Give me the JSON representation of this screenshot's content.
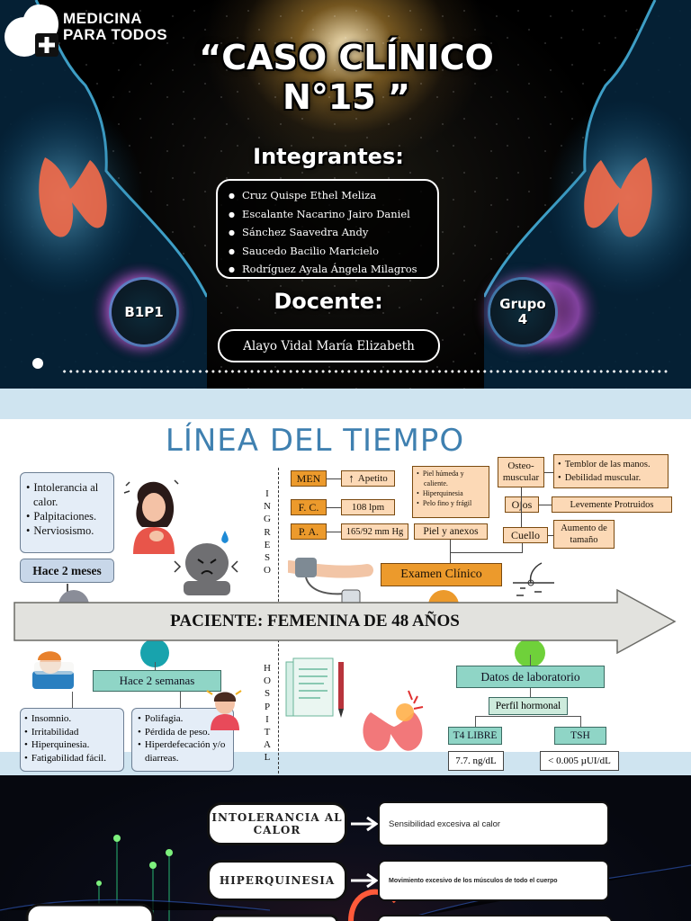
{
  "cover": {
    "logo_line1": "MEDICINA",
    "logo_line2": "PARA TODOS",
    "title_line1": "“CASO CLÍNICO",
    "title_line2": "N°15 ”",
    "members_heading": "Integrantes:",
    "members": [
      "Cruz Quispe Ethel Meliza",
      "Escalante Nacarino Jairo Daniel",
      "Sánchez Saavedra Andy",
      "Saucedo Bacilio Maricielo",
      "Rodríguez Ayala Ángela Milagros"
    ],
    "teacher_heading": "Docente:",
    "teacher": "Alayo Vidal María Elizabeth",
    "badge_left": "B1P1",
    "badge_right_line1": "Grupo",
    "badge_right_line2": "4"
  },
  "timeline": {
    "title": "LÍNEA DEL TIEMPO",
    "patient": "PACIENTE: FEMENINA DE 48 AÑOS",
    "hace2meses": {
      "label": "Hace 2 meses",
      "symptoms": [
        "Intolerancia al calor.",
        "Palpitaciones.",
        "Nerviosismo."
      ]
    },
    "hace2semanas": {
      "label": "Hace 2 semanas",
      "left_symptoms": [
        "Insomnio.",
        "Irritabilidad",
        "Hiperquinesia.",
        "Fatigabilidad fácil."
      ],
      "right_symptoms": [
        "Polifagia.",
        "Pérdida de peso.",
        "Hiperdefecación y/o diarreas."
      ]
    },
    "ingreso_letters": [
      "I",
      "N",
      "G",
      "R",
      "E",
      "S",
      "O"
    ],
    "hospital_letters": [
      "H",
      "O",
      "S",
      "P",
      "I",
      "T",
      "A",
      "L"
    ],
    "vitals": {
      "men_label": "MEN",
      "men_value": "Apetito",
      "men_arrow": "↑",
      "fc_label": "F. C.",
      "fc_value": "108 lpm",
      "pa_label": "P. A.",
      "pa_value": "165/92 mm Hg"
    },
    "piel": {
      "items": [
        "Piel húmeda y caliente.",
        "Hiperquinesia",
        "Pelo fino y frágil"
      ],
      "label": "Piel y anexos"
    },
    "osteo": {
      "label": "Osteo-muscular",
      "items": [
        "Temblor de las manos.",
        "Debilidad muscular."
      ]
    },
    "ojos": {
      "label": "Ojos",
      "value": "Levemente Protruidos"
    },
    "cuello": {
      "label": "Cuello",
      "value": "Aumento de tamaño"
    },
    "exam_label": "Examen Clínico",
    "lab": {
      "label": "Datos de laboratorio",
      "profile": "Perfil hormonal",
      "t4_label": "T4 LIBRE",
      "t4_value": "7.7. ng/dL",
      "tsh_label": "TSH",
      "tsh_value": "< 0.005 µUI/dL"
    }
  },
  "definitions": {
    "items": [
      {
        "term": "INTOLERANCIA AL CALOR",
        "definition": "Sensibilidad excesiva al calor"
      },
      {
        "term": "HIPERQUINESIA",
        "definition": "Movimiento excesivo de los músculos de todo el cuerpo"
      }
    ]
  },
  "colors": {
    "title_blue": "#3f80b0",
    "band_blue": "#cfe4f0",
    "orange": "#ec9a2c",
    "teal": "#8fd5c6",
    "node_gray": "#8a8d98",
    "node_teal": "#18a3ad",
    "node_orange": "#ec9a2c",
    "node_green": "#6fd13a"
  }
}
